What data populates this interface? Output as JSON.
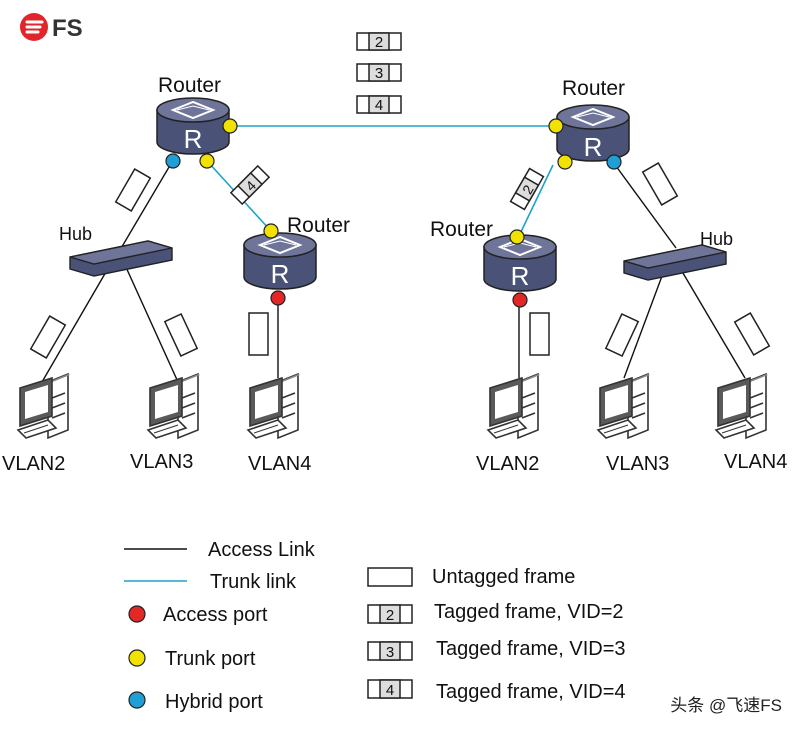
{
  "logo": {
    "text": "FS",
    "color": "#e0262b"
  },
  "colors": {
    "access_link": "#111111",
    "trunk_link": "#1fa3c9",
    "access_port": "#e32626",
    "trunk_port": "#f2e200",
    "hybrid_port": "#1f9fd6",
    "device_fill": "#4a5277",
    "device_top": "#6e7598"
  },
  "devices": {
    "router_left": {
      "label": "Router",
      "letter": "R"
    },
    "router_right": {
      "label": "Router",
      "letter": "R"
    },
    "router_mid_left": {
      "label": "Router",
      "letter": "R"
    },
    "router_mid_right": {
      "label": "Router",
      "letter": "R"
    },
    "hub_left": {
      "label": "Hub"
    },
    "hub_right": {
      "label": "Hub"
    }
  },
  "pcs": {
    "l1": "VLAN2",
    "l2": "VLAN3",
    "l3": "VLAN4",
    "r1": "VLAN2",
    "r2": "VLAN3",
    "r3": "VLAN4"
  },
  "tagged_frames": {
    "top_2": "2",
    "top_3": "3",
    "top_4": "4",
    "left_trunk": "4",
    "right_trunk": "2"
  },
  "legend": {
    "access_link": "Access Link",
    "trunk_link": "Trunk link",
    "access_port": "Access port",
    "trunk_port": "Trunk port",
    "hybrid_port": "Hybrid port",
    "untagged": "Untagged frame",
    "tagged_2": {
      "vid": "2",
      "label": "Tagged frame, VID=2"
    },
    "tagged_3": {
      "vid": "3",
      "label": "Tagged frame, VID=3"
    },
    "tagged_4": {
      "vid": "4",
      "label": "Tagged frame, VID=4"
    }
  },
  "watermark": "头条 @飞速FS"
}
